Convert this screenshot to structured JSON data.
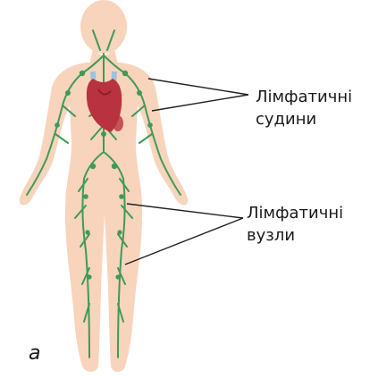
{
  "labels": {
    "vessels_line1": "Лімфатичні",
    "vessels_line2": "судини",
    "nodes_line1": "Лімфатичні",
    "nodes_line2": "вузли"
  },
  "panel_letter": "а",
  "colors": {
    "body": "#f8d4bd",
    "lymph": "#3f9a58",
    "heart": "#b8323f",
    "vessel_blue": "#9fc3dd",
    "pointer": "#222222"
  }
}
